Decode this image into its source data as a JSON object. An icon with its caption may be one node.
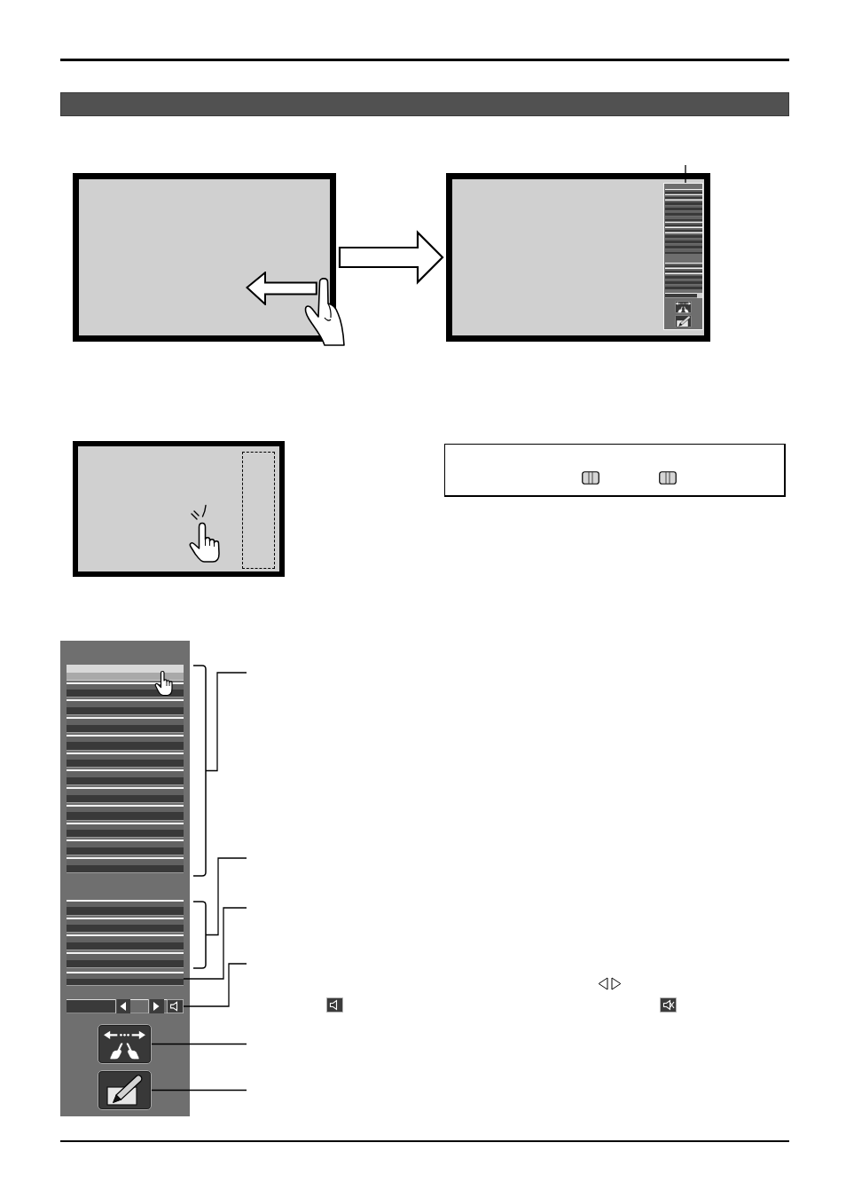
{
  "diagram": {
    "nodes": [
      {
        "text": [],
        "shape": "bar"
      },
      {
        "text": [],
        "shape": "screen"
      },
      {
        "text": [],
        "shape": "screen"
      },
      {
        "text": [],
        "shape": "box",
        "in": 2
      },
      {
        "text": [],
        "shape": "box",
        "in": 3
      },
      {
        "text": [],
        "shape": "box",
        "in": 3
      },
      {
        "text": [],
        "shape": "screen"
      },
      {
        "text": [],
        "shape": "box"
      },
      {
        "text": [],
        "shape": "box"
      },
      {
        "text": [],
        "shape": "box",
        "in": 8
      },
      {
        "text": [],
        "shape": "box",
        "in": 8
      },
      {
        "text": [],
        "shape": "bracket"
      },
      {
        "text": [],
        "shape": "bracket"
      },
      {
        "text": [],
        "shape": "bar",
        "in": 8
      },
      {
        "text": [],
        "shape": "bar",
        "in": 8
      },
      {
        "text": [],
        "shape": "box",
        "in": 8
      },
      {
        "text": [],
        "shape": "box",
        "in": 8
      }
    ],
    "edges": [
      {
        "from": 1,
        "to": 2,
        "arrow": "to",
        "style": "thick"
      },
      {
        "from": 3,
        "to": null,
        "arrow": "none"
      },
      {
        "from": 11,
        "to": null,
        "arrow": "none"
      },
      {
        "from": 12,
        "to": null,
        "arrow": "none"
      },
      {
        "from": 13,
        "to": null,
        "arrow": "none"
      },
      {
        "from": 14,
        "to": null,
        "arrow": "none"
      },
      {
        "from": 15,
        "to": null,
        "arrow": "none"
      },
      {
        "from": 16,
        "to": null,
        "arrow": "none"
      }
    ]
  }
}
